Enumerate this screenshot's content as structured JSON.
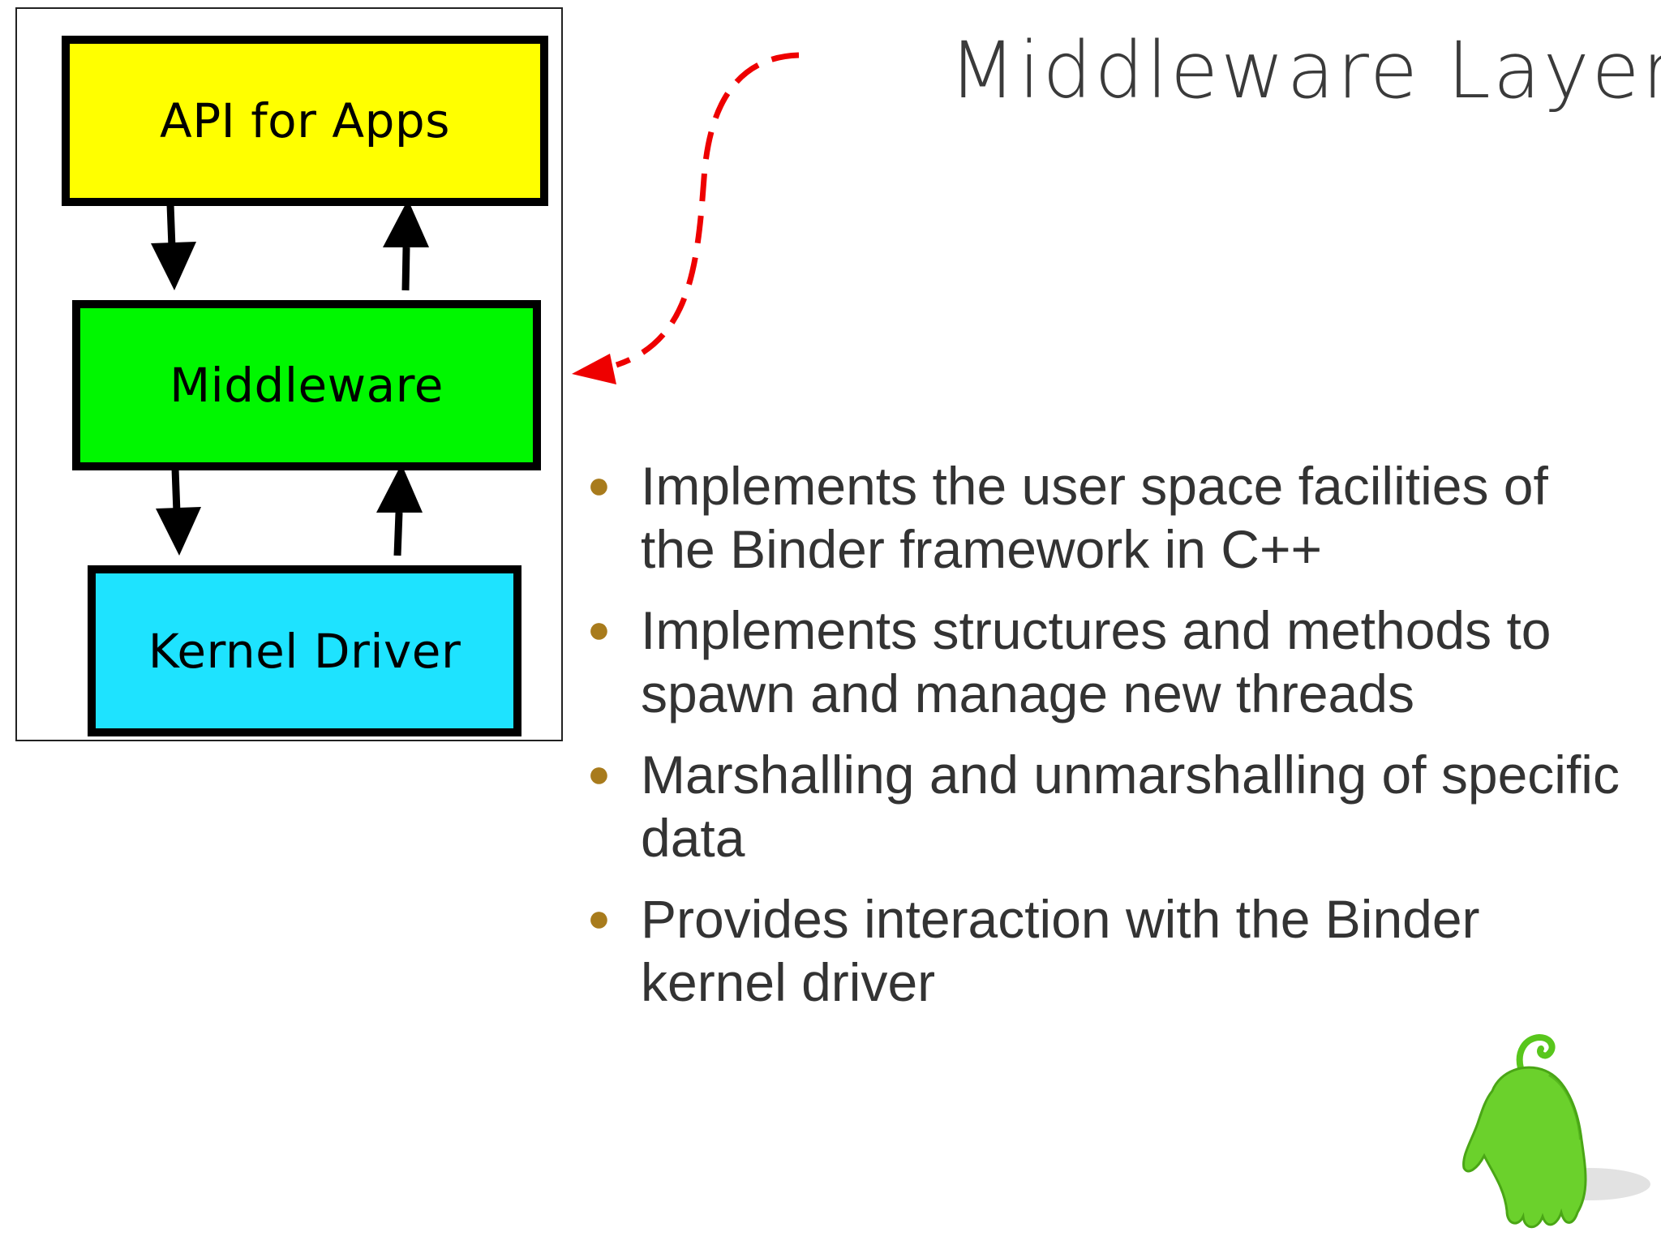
{
  "slide": {
    "title": "Middleware Layer",
    "diagram": {
      "layers": [
        {
          "label": "API for Apps",
          "color": "#ffff00"
        },
        {
          "label": "Middleware",
          "color": "#00f700"
        },
        {
          "label": "Kernel Driver",
          "color": "#1ee3ff"
        }
      ]
    },
    "bullet_color": "#a87b1c",
    "bullets": [
      {
        "text": "Implements the user space facilities of the Binder framework in C++"
      },
      {
        "text": "Implements structures and methods to spawn and manage new threads"
      },
      {
        "text": "Marshalling and unmarshalling of specific data"
      },
      {
        "text": "Provides interaction with the Binder kernel driver"
      }
    ],
    "mascot_icon": "green-android-mascot-icon"
  }
}
